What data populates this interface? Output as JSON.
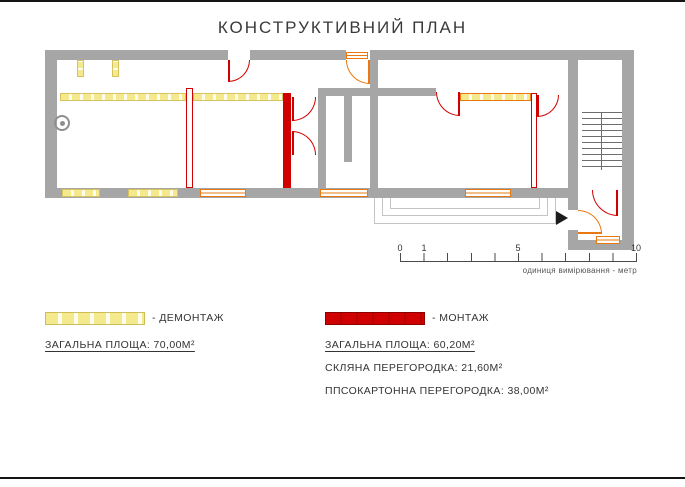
{
  "page": {
    "title": "КОНСТРУКТИВНИЙ ПЛАН"
  },
  "scale_bar": {
    "tick_labels": [
      "0",
      "1",
      "5",
      "10"
    ],
    "caption": "одиниця вимірювання - метр"
  },
  "legend": {
    "demolition": {
      "label": "- ДЕМОНТАЖ",
      "total_area": "ЗАГАЛЬНА ПЛОЩА: 70,00М²"
    },
    "montage": {
      "label": "- МОНТАЖ",
      "total_area": "ЗАГАЛЬНА ПЛОЩА: 60,20М²",
      "glass_partition": "СКЛЯНА ПЕРЕГОРОДКА: 21,60М²",
      "plasterboard_partition": "ППСОКАРТОННА ПЕРЕГОРОДКА: 38,00М²"
    }
  },
  "plan": {
    "colors": {
      "wall": "#a6a6a6",
      "demolition": "#f4e98c",
      "montage": "#d10000",
      "accent": "#e8780f"
    }
  }
}
